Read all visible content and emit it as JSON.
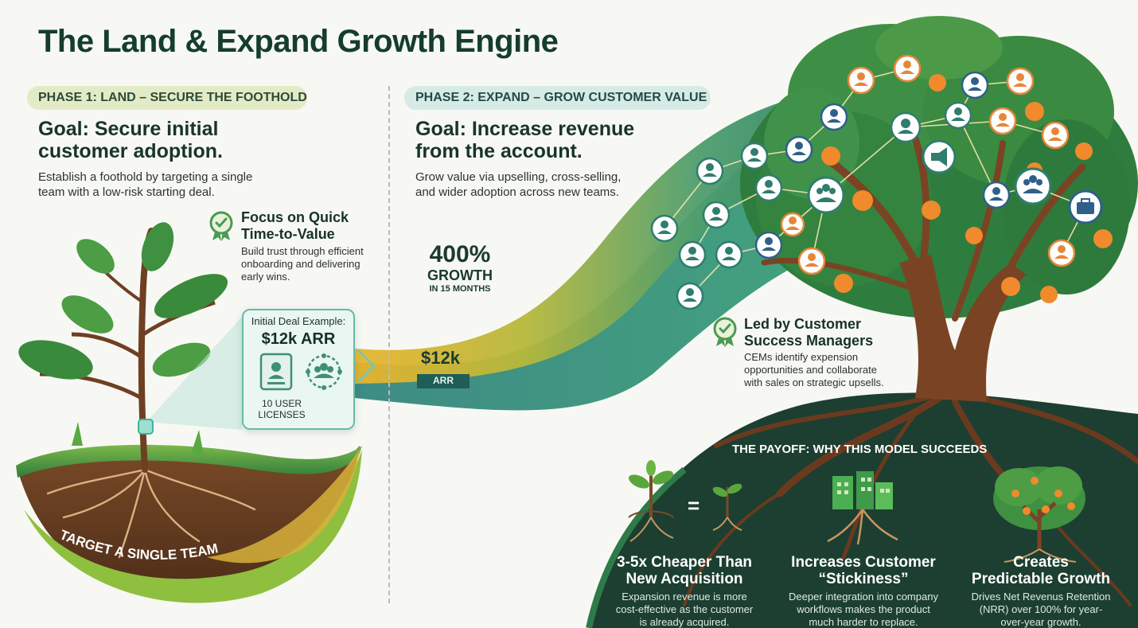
{
  "title": "The Land & Expand Growth Engine",
  "phase1": {
    "label": "PHASE 1: LAND – SECURE THE FOOTHOLD",
    "goal_line1": "Goal: Secure initial",
    "goal_line2": "customer adoption.",
    "desc_line1": "Establish a foothold by targeting a single",
    "desc_line2": "team with a low-risk starting deal.",
    "feature_title_line1": "Focus on Quick",
    "feature_title_line2": "Time-to-Value",
    "feature_body_line1": "Build trust through efficient",
    "feature_body_line2": "onboarding and delivering",
    "feature_body_line3": "early wins.",
    "deal_label": "Initial Deal Example:",
    "deal_value": "$12k ARR",
    "licenses_line1": "10 USER",
    "licenses_line2": "LICENSES",
    "ground_label": "TARGET A SINGLE TEAM"
  },
  "phase2": {
    "label": "PHASE 2: EXPAND – GROW CUSTOMER VALUE",
    "goal_line1": "Goal: Increase revenue",
    "goal_line2": "from the account.",
    "desc_line1": "Grow value via upselling, cross-selling,",
    "desc_line2": "and wider adoption across new teams.",
    "growth_value": "400%",
    "growth_label": "GROWTH",
    "growth_period": "IN 15 MONTHS",
    "start_value": "$12k",
    "start_unit": "ARR",
    "feature_title_line1": "Led by Customer",
    "feature_title_line2": "Success Managers",
    "feature_body_line1": "CEMs identify expension",
    "feature_body_line2": "opportunities and collaborate",
    "feature_body_line3": "with sales on strategic upsells."
  },
  "payoff": {
    "heading": "THE PAYOFF: WHY THIS MODEL SUCCEEDS",
    "equals": "=",
    "items": [
      {
        "title_line1": "3-5x Cheaper Than",
        "title_line2": "New Acquisition",
        "body_line1": "Expansion revenue is more",
        "body_line2": "cost-effective as the customer",
        "body_line3": "is already acquired."
      },
      {
        "title_line1": "Increases Customer",
        "title_line2": "“Stickiness”",
        "body_line1": "Deeper integration into company",
        "body_line2": "workflows makes the product",
        "body_line3": "much harder to replace."
      },
      {
        "title_line1": "Creates",
        "title_line2": "Predictable Growth",
        "body_line1": "Drives Net Revenus Retention",
        "body_line2": "(NRR) over 100% for year-",
        "body_line3": "over-year growth."
      }
    ]
  },
  "colors": {
    "dark_green": "#143d2e",
    "leaf_green": "#3f8f4a",
    "teal": "#2f8f86",
    "orange_fruit": "#f08a2c",
    "trunk_brown": "#7a4424",
    "ribbon_yellow": "#e6b42e"
  }
}
